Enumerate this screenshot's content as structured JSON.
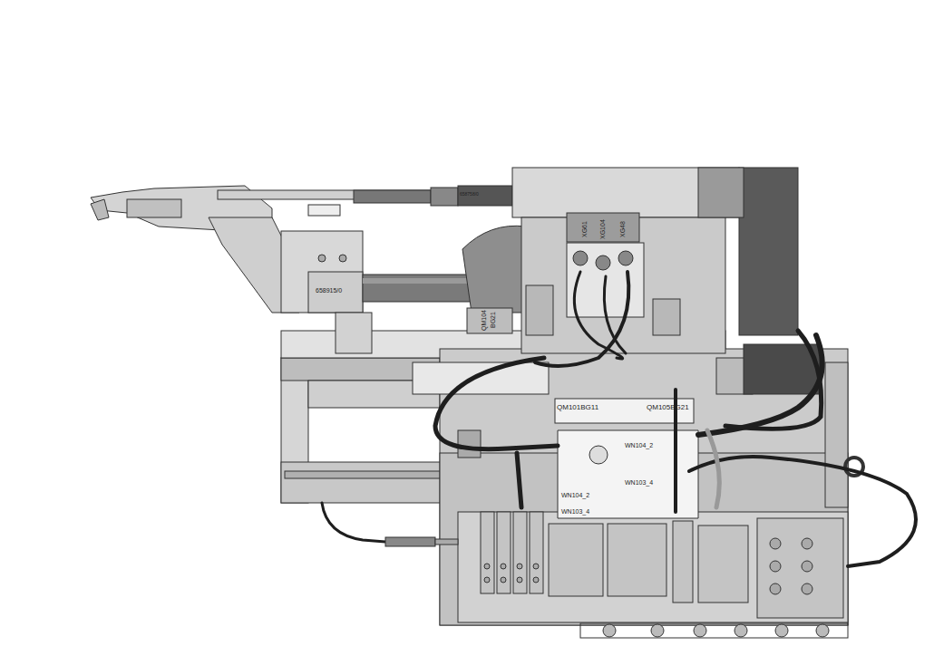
{
  "diagram": {
    "labels": [
      "658915/0",
      "XG61",
      "XG104",
      "XG48",
      "QM104",
      "BG21",
      "QM101BG11",
      "QM105BG21",
      "WN104_2",
      "WN103_4",
      "WN104_2",
      "WN103_4",
      "658758/0"
    ]
  }
}
